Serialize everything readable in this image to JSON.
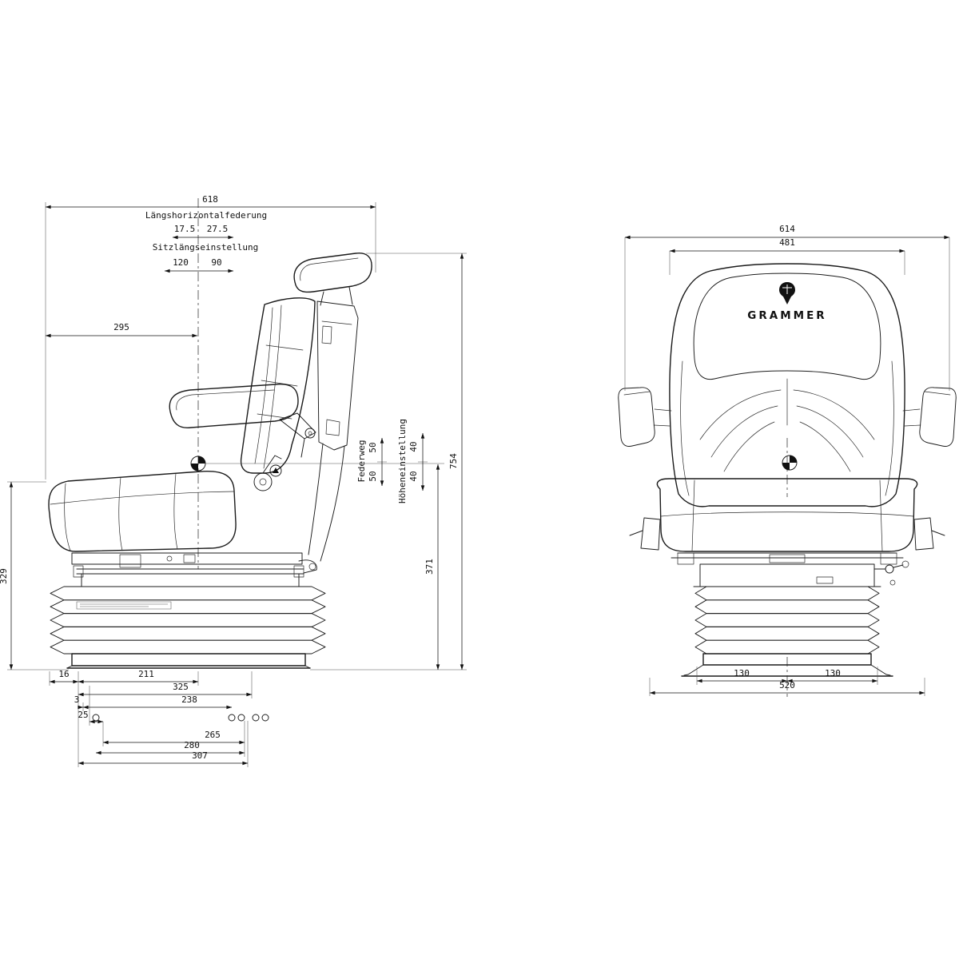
{
  "side_view": {
    "labels": {
      "laengshorizontalfederung": "Längshorizontalfederung",
      "sitzlaengseinstellung": "Sitzlängseinstellung",
      "federweg": "Federweg",
      "hoeheneinstellung": "Höheneinstellung"
    },
    "dims": {
      "d618": "618",
      "d17_5": "17.5",
      "d27_5": "27.5",
      "d120": "120",
      "d90": "90",
      "d295": "295",
      "d754": "754",
      "d371": "371",
      "d329": "329",
      "d50a": "50",
      "d50b": "50",
      "d40a": "40",
      "d40b": "40",
      "d16": "16",
      "d211": "211",
      "d325": "325",
      "d3": "3",
      "d238": "238",
      "d25": "25",
      "d265": "265",
      "d280": "280",
      "d307": "307"
    }
  },
  "front_view": {
    "brand": "GRAMMER",
    "dims": {
      "d614": "614",
      "d481": "481",
      "d130l": "130",
      "d130r": "130",
      "d520": "520"
    }
  }
}
